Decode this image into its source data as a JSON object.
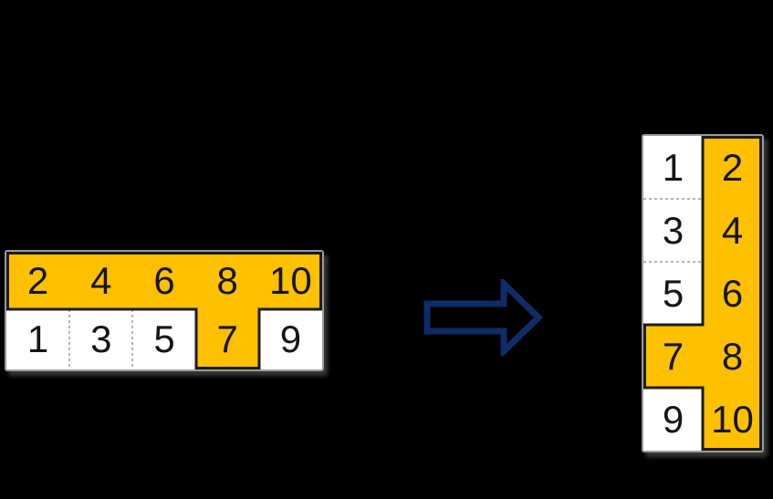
{
  "colors": {
    "background": "#000000",
    "highlight": "#FFC000",
    "highlight_outline": "#1c1c1c",
    "cell_background": "#ffffff",
    "cell_border": "#9b9b9b",
    "dashed_divider": "#b5b5b5",
    "number_text": "#151515",
    "arrow_outline": "#0e2d66"
  },
  "horizontal_grid": {
    "top_row": [
      "2",
      "4",
      "6",
      "8",
      "10"
    ],
    "bottom_row": [
      "1",
      "3",
      "5",
      "7",
      "9"
    ],
    "highlighted_values": [
      "2",
      "4",
      "6",
      "8",
      "10",
      "7"
    ]
  },
  "arrow": {
    "icon": "right-block-arrow"
  },
  "vertical_grid": {
    "left_column": [
      "1",
      "3",
      "5",
      "7",
      "9"
    ],
    "right_column": [
      "2",
      "4",
      "6",
      "8",
      "10"
    ],
    "highlighted_values": [
      "2",
      "4",
      "6",
      "8",
      "10",
      "7"
    ]
  }
}
